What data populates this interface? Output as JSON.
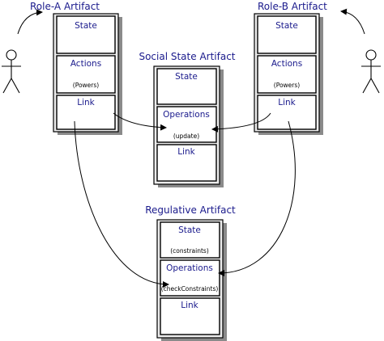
{
  "role_a": {
    "title": "Role-A Artifact",
    "state_label": "State",
    "actions_label": "Actions",
    "actions_note": "(Powers)",
    "link_label": "Link"
  },
  "role_b": {
    "title": "Role-B Artifact",
    "state_label": "State",
    "actions_label": "Actions",
    "actions_note": "(Powers)",
    "link_label": "Link"
  },
  "social_state": {
    "title": "Social State Artifact",
    "state_label": "State",
    "operations_label": "Operations",
    "operations_note": "(update)",
    "link_label": "Link"
  },
  "regulative": {
    "title": "Regulative Artifact",
    "state_label": "State",
    "state_note": "(constraints)",
    "operations_label": "Operations",
    "operations_note": "(checkConstraints)",
    "link_label": "Link"
  },
  "icons": {
    "left_actor": "stick-figure-icon",
    "right_actor": "stick-figure-icon"
  }
}
